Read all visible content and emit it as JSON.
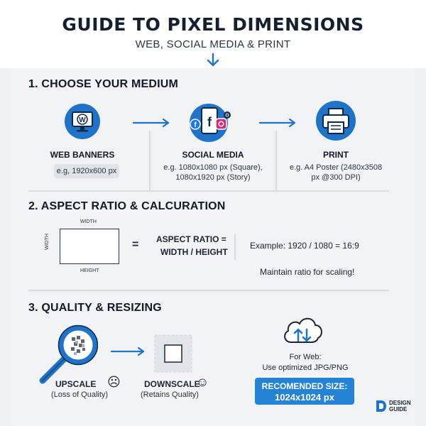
{
  "header": {
    "title": "GUIDE TO PIXEL DIMENSIONS",
    "subtitle": "WEB, SOCIAL MEDIA & PRINT"
  },
  "section1": {
    "title": "1. CHOOSE YOUR MEDIUM",
    "web": {
      "icon_letter": "W",
      "label": "WEB BANNERS",
      "example": "e.g, 1920x600 px"
    },
    "social": {
      "label": "SOCIAL MEDIA",
      "example_line1": "e.g. 1080x1080 px (Square),",
      "example_line2": "1080x1920 px (Story)"
    },
    "print": {
      "label": "PRINT",
      "example_line1": "e.g. A4 Poster (2480x3508",
      "example_line2": "px @300 DPI)"
    }
  },
  "section2": {
    "title": "2. ASPECT RATIO & CALCURATION",
    "width_label": "WIDTH",
    "width_side_label": "WIDTH",
    "height_label": "HEIGHT",
    "equals": "=",
    "formula_line1": "ASPECT RATIO =",
    "formula_line2": "WIDTH / HEIGHT",
    "example": "Example: 1920 / 1080 = 16:9",
    "note": "Maintain ratio for scaling!"
  },
  "section3": {
    "title": "3. QUALITY & RESIZING",
    "upscale_label": "UPSCALE",
    "upscale_face": "☹",
    "upscale_note": "(Loss of Quality)",
    "downscale_label": "DOWNSCALE",
    "downscale_face": "☺",
    "downscale_note": "(Retains Quality)",
    "web_line1": "For Web:",
    "web_line2": "Use optimized JPG/PNG",
    "badge_line1": "RECOMENDED SIZE:",
    "badge_line2": "1024x1024 px"
  },
  "logo": {
    "line1": "DESIGN",
    "line2": "GUIDE"
  },
  "colors": {
    "accent": "#1f73c9",
    "badge": "#2583d6",
    "background": "#eef1f4"
  }
}
